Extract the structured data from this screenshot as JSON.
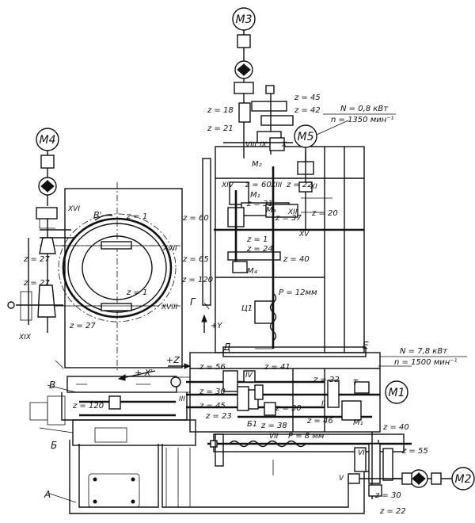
{
  "motors": {
    "m1": "M1",
    "m2": "M2",
    "m3": "M3",
    "m4": "M4",
    "m5": "M5"
  },
  "power": {
    "m5_n": "N = 0,8 кВт",
    "m5_rpm": "n = 1350 мин⁻¹",
    "m1_n": "N = 7,8 кВт",
    "m1_rpm": "n = 1500 мин⁻¹"
  },
  "gears": {
    "z45_top": "z = 45",
    "z18": "z = 18",
    "z42": "z = 42",
    "z21": "z = 21",
    "z60_a": "z = 60",
    "z22_a": "z = 22",
    "z31": "z = 31",
    "z37": "z = 37",
    "z60_left": "z = 60",
    "z20": "z = 20",
    "z1_a": "z = 1",
    "z24": "z = 24",
    "z65": "z = 65",
    "z40_a": "z = 40",
    "z1_rot": "z = 1",
    "z27_a": "z = 27",
    "z120_rot": "z = 120",
    "z27_b": "z = 27",
    "z1_b": "z = 1",
    "z27_c": "z = 27",
    "z56": "z = 56",
    "z41": "z = 41",
    "z22_b": "z = 22",
    "z30_a": "z = 30",
    "z120_b": "z = 120",
    "z45_b": "z = 45",
    "z30_b": "z = 30",
    "z23": "z = 23",
    "z38": "z = 38",
    "z46": "z = 46",
    "z40_b": "z = 40",
    "z55": "z = 55",
    "z30_c": "z = 30",
    "z22_c": "z = 22"
  },
  "shafts": {
    "VIII": "VIII",
    "IX": "IX",
    "X": "X",
    "XI": "XI",
    "XII": "XII",
    "XIII": "XIII",
    "XIV": "XIV",
    "XV": "XV",
    "XVI": "XVI",
    "XVII": "XVII",
    "XVIII": "XVIII",
    "XIX": "XIX",
    "II": "II",
    "III": "III",
    "IV": "IV",
    "V": "V",
    "VI": "VI",
    "VII": "VII"
  },
  "clutches": {
    "m1": "M₁",
    "m2": "M₂",
    "m3": "M₃",
    "m4": "M₄",
    "mf1": "M₁",
    "b1": "Б1"
  },
  "labels": {
    "A": "А",
    "B_cyr": "Б",
    "V_cyr": "В",
    "G": "Г",
    "D": "Д",
    "E": "Е",
    "C1": "Ц1",
    "B_prime": "В'",
    "X_prime": "+ X'",
    "plusZ": "+Z",
    "plusY": "+Y",
    "T": "Т",
    "pitch_top": "P = 12мм",
    "pitch_bot": "P = 8 мм"
  }
}
